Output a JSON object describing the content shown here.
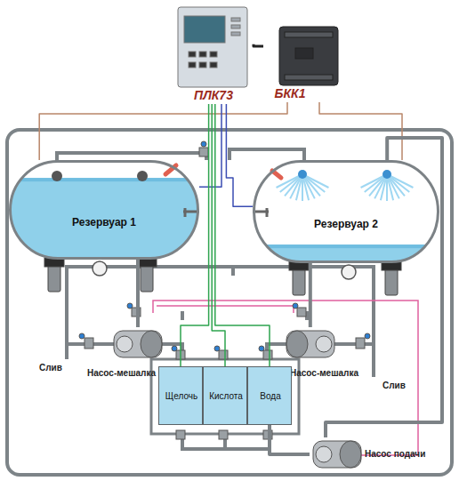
{
  "diagram": {
    "nodes": [
      {
        "text": [
          "ПЛК73"
        ]
      },
      {
        "text": [
          "БКК1"
        ]
      },
      {
        "text": [
          "Резервуар 1"
        ]
      },
      {
        "text": [
          "Резервуар 2"
        ]
      },
      {
        "text": [
          "Насос-мешалка"
        ]
      },
      {
        "text": [
          "Насос-мешалка"
        ]
      },
      {
        "text": [
          "Щелочь"
        ]
      },
      {
        "text": [
          "Кислота"
        ]
      },
      {
        "text": [
          "Вода"
        ]
      },
      {
        "text": [
          "Насос подачи"
        ]
      }
    ],
    "edges": [
      {
        "from": 0,
        "to": 1,
        "arrow": "none"
      },
      {
        "from": 1,
        "to": 2,
        "arrow": "none"
      },
      {
        "from": 1,
        "to": 3,
        "arrow": "none"
      },
      {
        "from": 0,
        "to": 2,
        "arrow": "none"
      },
      {
        "from": 0,
        "to": 3,
        "arrow": "none"
      },
      {
        "from": 2,
        "to": 4,
        "arrow": "none"
      },
      {
        "from": 3,
        "to": 5,
        "arrow": "none"
      },
      {
        "from": 0,
        "to": 6,
        "arrow": "none"
      },
      {
        "from": 0,
        "to": 7,
        "arrow": "none"
      },
      {
        "from": 0,
        "to": 8,
        "arrow": "none"
      },
      {
        "from": 8,
        "to": 9,
        "arrow": "none"
      },
      {
        "from": 9,
        "to": 3,
        "arrow": "none"
      }
    ],
    "labels": [
      "Слив",
      "Слив"
    ]
  }
}
